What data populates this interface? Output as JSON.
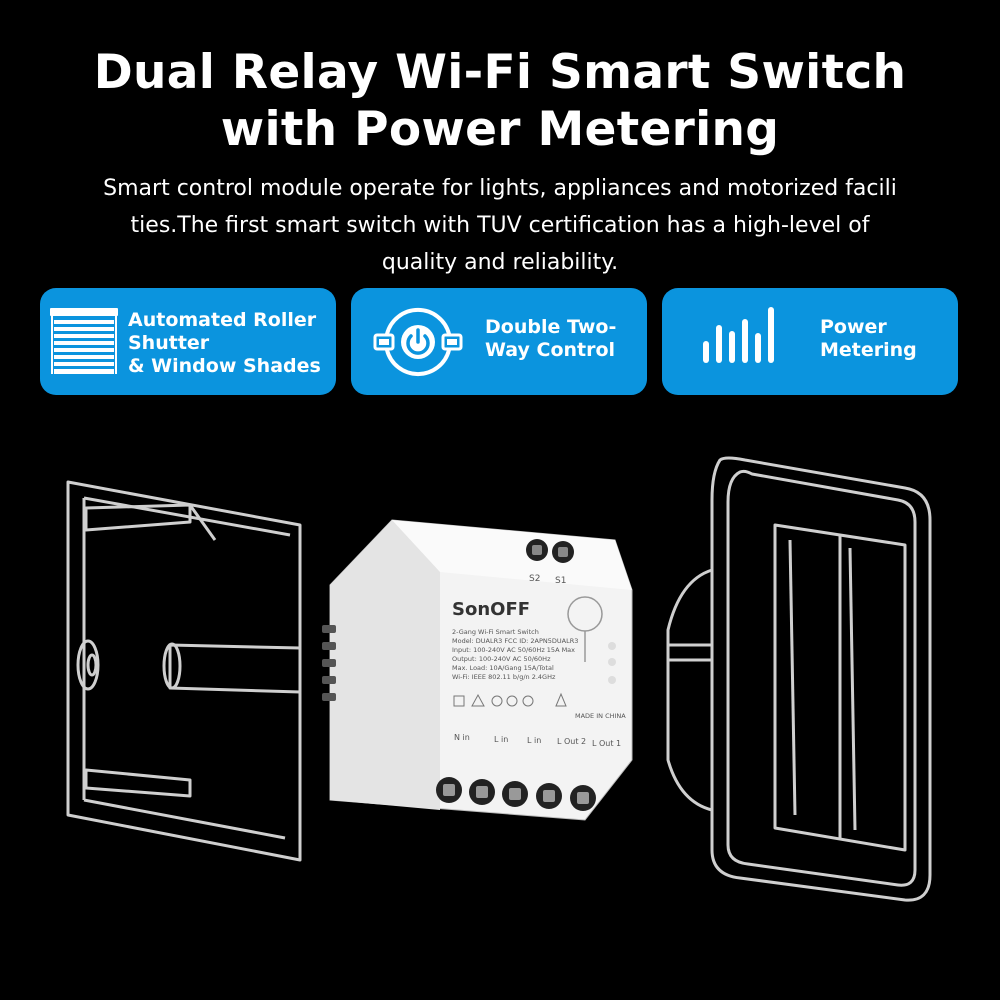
{
  "title": {
    "line1": "Dual Relay Wi-Fi Smart Switch",
    "line2": "with Power Metering"
  },
  "subtitle": {
    "line1": "Smart control module operate for lights, appliances and motorized facili",
    "line2": "ties.The first smart switch with TUV certification has a high-level of",
    "line3": "quality and reliability."
  },
  "features": [
    {
      "icon": "roller-shutter-icon",
      "label_lines": [
        "Automated Roller",
        "Shutter",
        "& Window Shades"
      ]
    },
    {
      "icon": "two-way-switch-icon",
      "label_lines": [
        "Double Two-",
        "Way Control"
      ]
    },
    {
      "icon": "power-bars-icon",
      "label_lines": [
        "Power",
        "Metering"
      ]
    }
  ],
  "accent_color": "#0B94DE",
  "device": {
    "brand": "SonOFF",
    "terminals_top": [
      "S2",
      "S1"
    ],
    "model_lines": [
      "2-Gang Wi-Fi Smart Switch",
      "Model: DUALR3      FCC ID: 2APN5DUALR3",
      "Input: 100-240V AC 50/60Hz 15A Max",
      "Output: 100-240V AC 50/60Hz",
      "Max. Load: 10A/Gang 15A/Total",
      "Wi-Fi: IEEE 802.11 b/g/n 2.4GHz"
    ],
    "made_in": "MADE IN CHINA",
    "terminal_labels_bottom": [
      "N in",
      "L in",
      "L in",
      "L Out 2",
      "L Out 1"
    ]
  }
}
